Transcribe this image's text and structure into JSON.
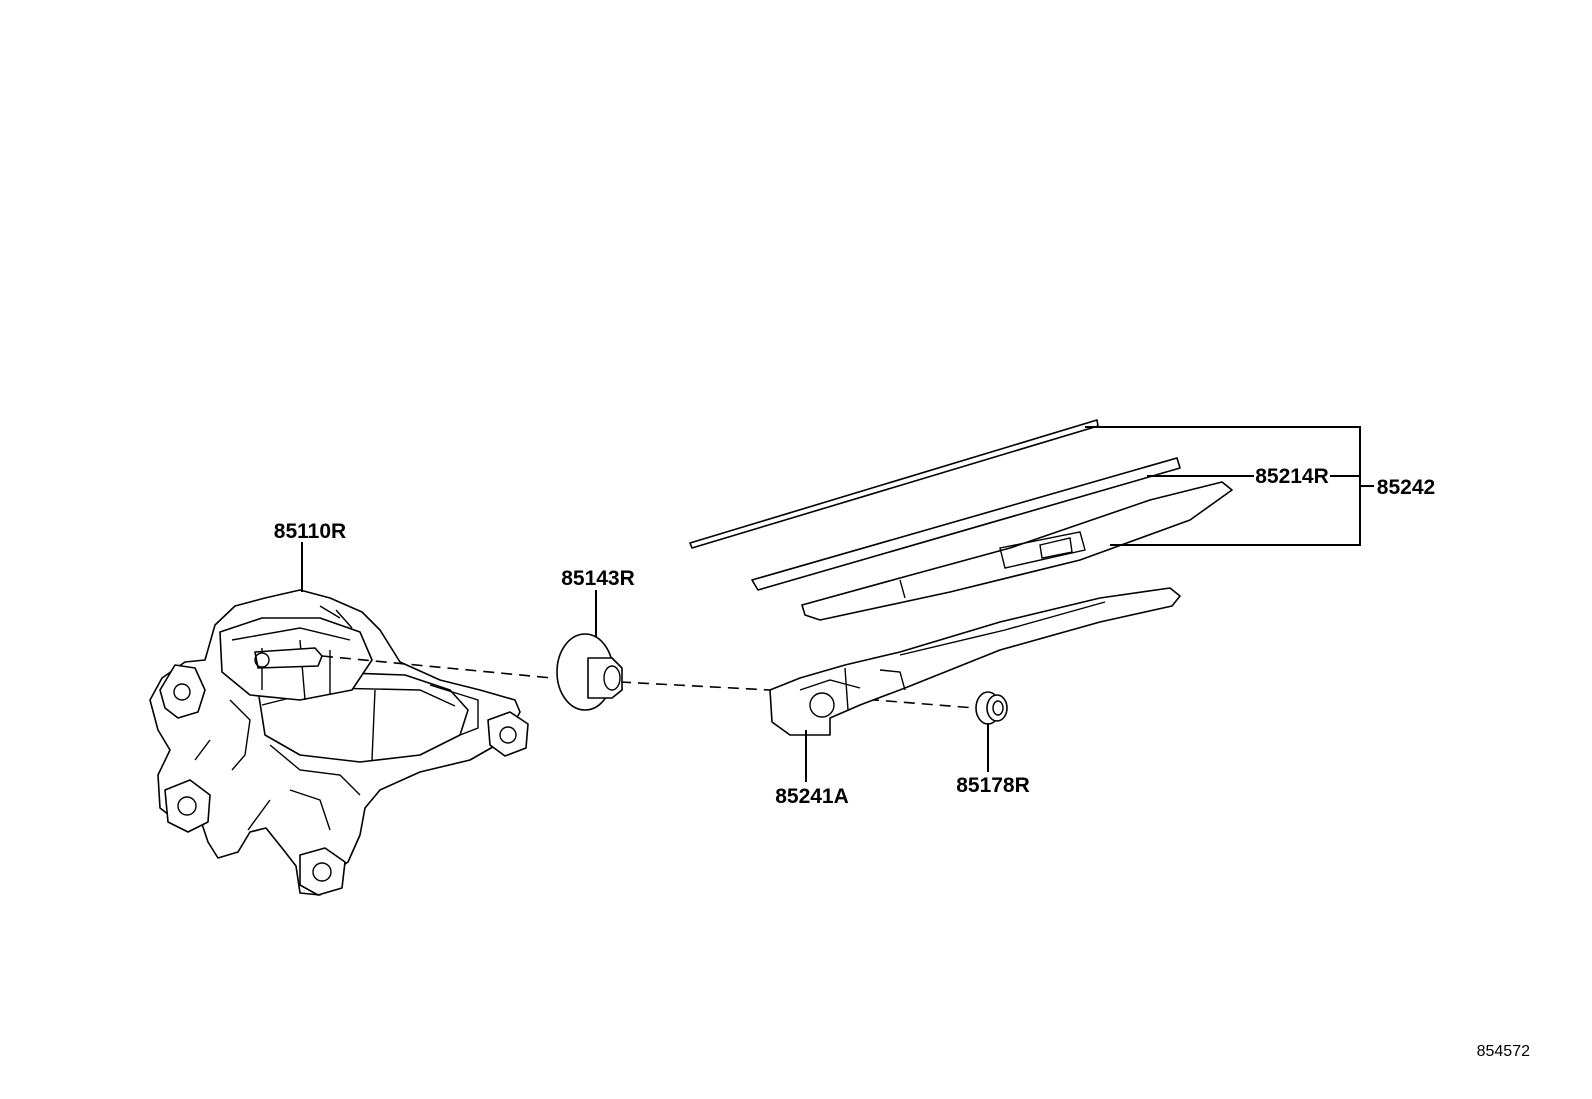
{
  "diagram": {
    "labels": {
      "wiper_motor": "85110R",
      "pivot_cap": "85143R",
      "wiper_arm": "85241A",
      "arm_nut": "85178R",
      "blade_rubber": "85214R",
      "blade_assembly": "85242"
    },
    "figure_number": "854572"
  }
}
